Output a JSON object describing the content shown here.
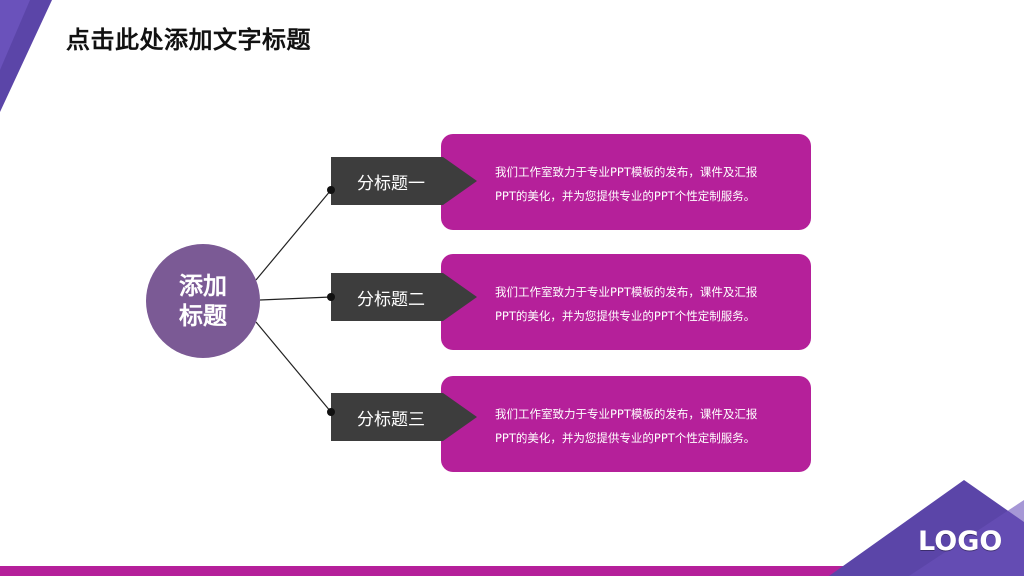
{
  "title": "点击此处添加文字标题",
  "center": {
    "line1": "添加",
    "line2": "标题"
  },
  "items": [
    {
      "tag": "分标题一",
      "line1": "我们工作室致力于专业PPT模板的发布，课件及汇报",
      "line2": "PPT的美化，并为您提供专业的PPT个性定制服务。"
    },
    {
      "tag": "分标题二",
      "line1": "我们工作室致力于专业PPT模板的发布，课件及汇报",
      "line2": "PPT的美化，并为您提供专业的PPT个性定制服务。"
    },
    {
      "tag": "分标题三",
      "line1": "我们工作室致力于专业PPT模板的发布，课件及汇报",
      "line2": "PPT的美化，并为您提供专业的PPT个性定制服务。"
    }
  ],
  "logo": "LOGO",
  "colors": {
    "accent": "#b5209a",
    "center": "#7b5a95",
    "tag": "#3d3d3d",
    "corner": "#5b45a8"
  }
}
